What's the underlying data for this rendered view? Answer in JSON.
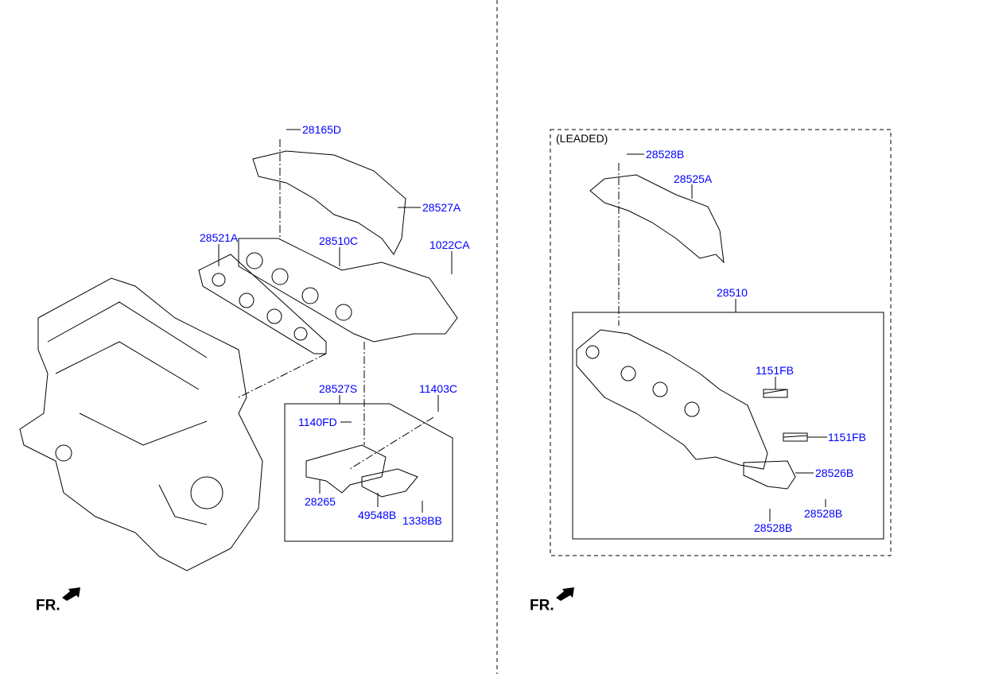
{
  "colors": {
    "label": "#0000ff",
    "line": "#000000"
  },
  "left_panel": {
    "labels": {
      "p28165D": "28165D",
      "p28527A": "28527A",
      "p28521A": "28521A",
      "p28510C": "28510C",
      "p1022CA": "1022CA",
      "p28527S": "28527S",
      "p11403C": "11403C",
      "p1140FD": "1140FD",
      "p28265": "28265",
      "p49548B": "49548B",
      "p1338BB": "1338BB"
    },
    "front_marker": "FR."
  },
  "right_panel": {
    "variant": "(LEADED)",
    "labels": {
      "p28528B_top": "28528B",
      "p28525A": "28525A",
      "p28510": "28510",
      "p1151FB_a": "1151FB",
      "p1151FB_b": "1151FB",
      "p28526B": "28526B",
      "p28528B_right": "28528B",
      "p28528B_bottom": "28528B"
    },
    "front_marker": "FR."
  }
}
